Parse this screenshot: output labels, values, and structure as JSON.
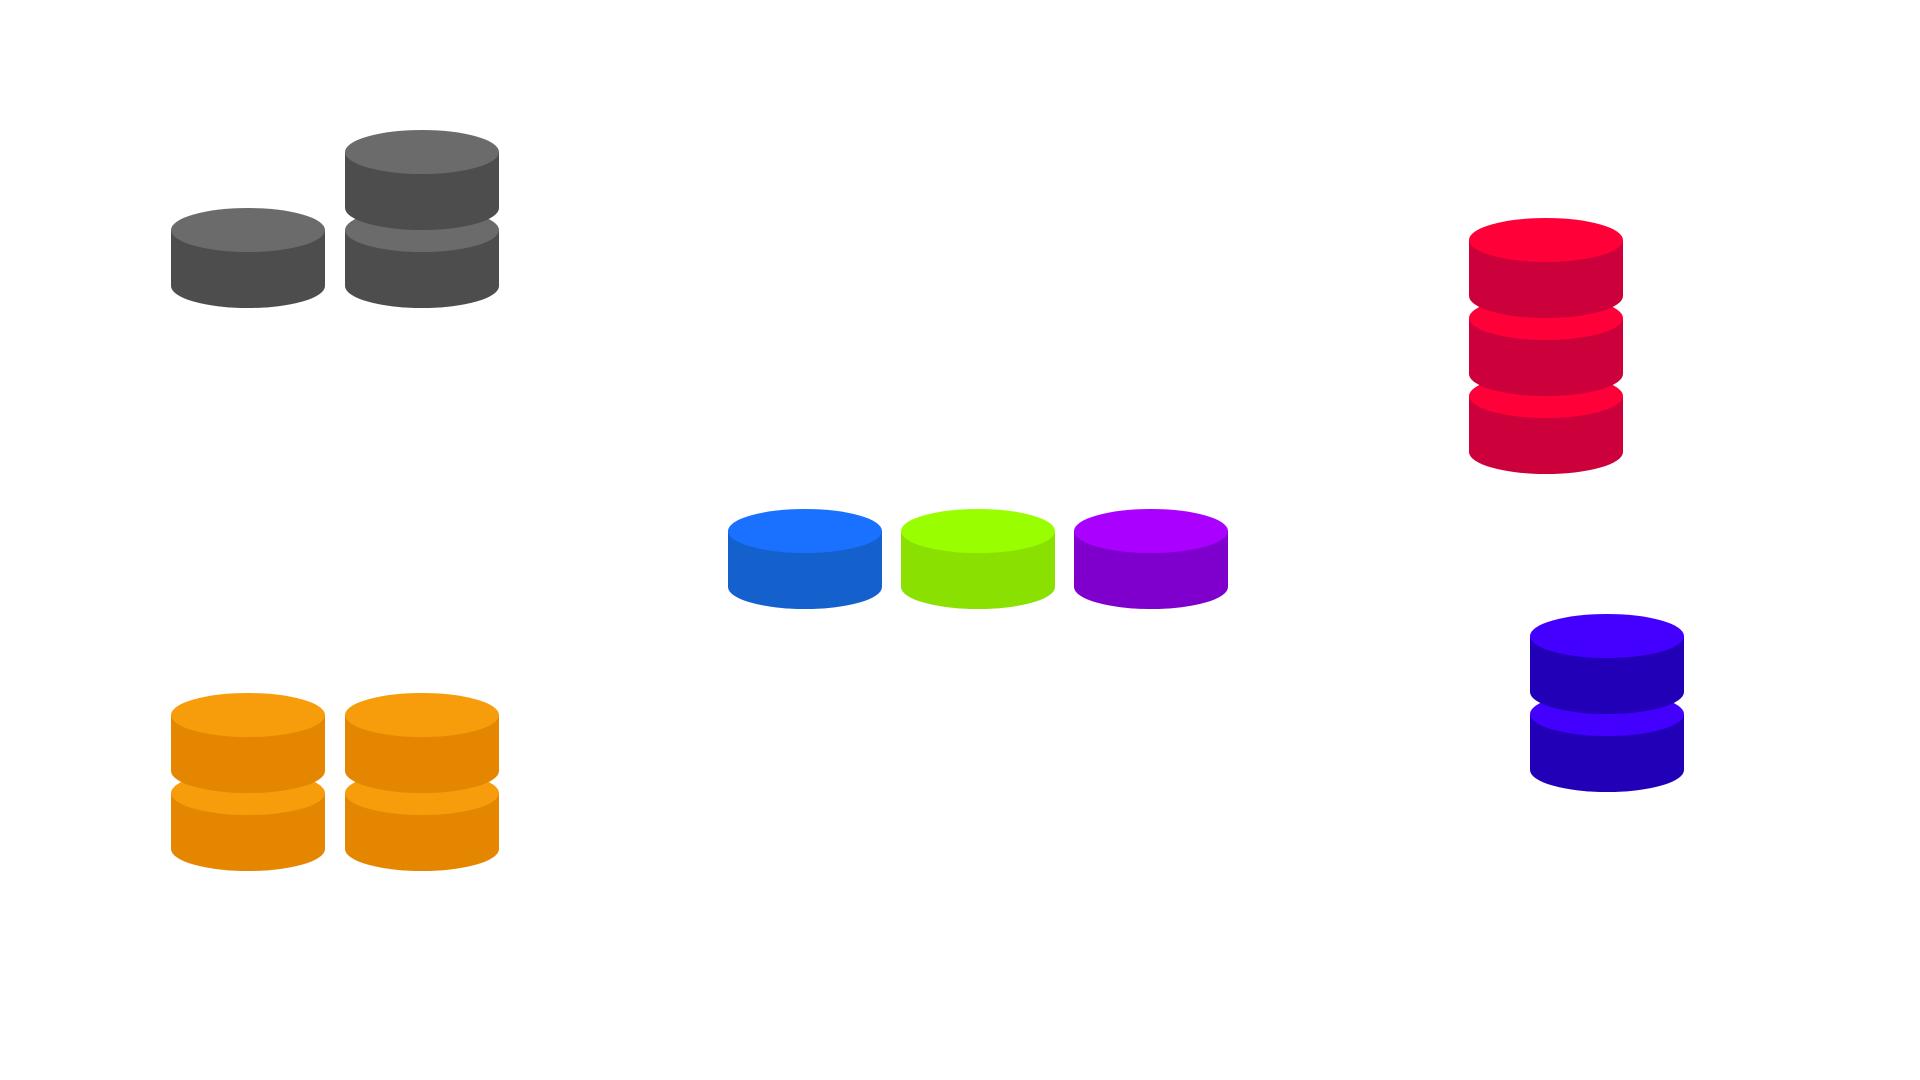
{
  "groups": [
    {
      "name": "gray-group",
      "colors": {
        "top": "#6b6b6b",
        "side": "#4d4d4d"
      },
      "stacks": [
        {
          "count": 1
        },
        {
          "count": 2
        }
      ]
    },
    {
      "name": "red-group",
      "colors": {
        "top": "#ff0038",
        "side": "#cc003b"
      },
      "stacks": [
        {
          "count": 3
        }
      ]
    },
    {
      "name": "single-row-group",
      "stacks": [
        {
          "count": 1,
          "colors": {
            "top": "#1a70ff",
            "side": "#1460cc"
          }
        },
        {
          "count": 1,
          "colors": {
            "top": "#99ff00",
            "side": "#8ae000"
          }
        },
        {
          "count": 1,
          "colors": {
            "top": "#aa00ff",
            "side": "#7f00cc"
          }
        }
      ]
    },
    {
      "name": "indigo-group",
      "colors": {
        "top": "#4400ff",
        "side": "#2200b8"
      },
      "stacks": [
        {
          "count": 2
        }
      ]
    },
    {
      "name": "orange-group",
      "colors": {
        "top": "#f79c0b",
        "side": "#e58600"
      },
      "stacks": [
        {
          "count": 2
        },
        {
          "count": 2
        }
      ]
    }
  ]
}
